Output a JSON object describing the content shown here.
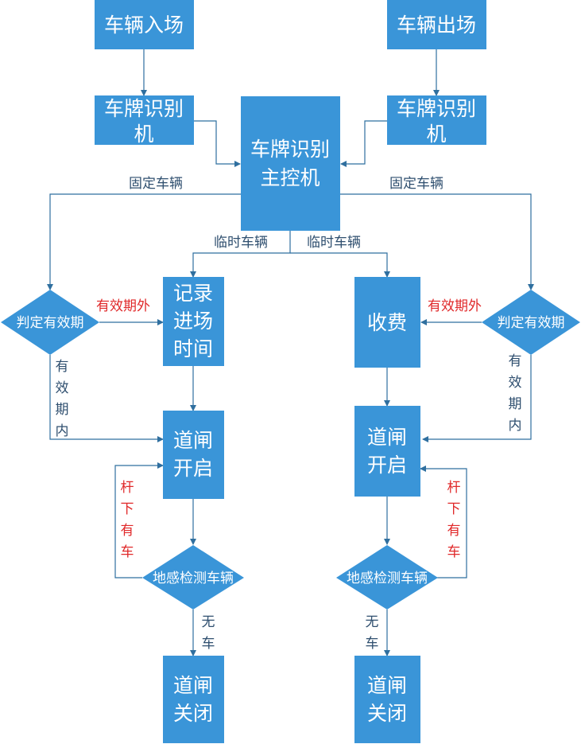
{
  "nodes": {
    "entry": "车辆入场",
    "exit": "车辆出场",
    "lpr_left": [
      "车牌识别",
      "机"
    ],
    "lpr_right": [
      "车牌识别",
      "机"
    ],
    "main_ctrl": [
      "车牌识别",
      "主控机"
    ],
    "record_time": [
      "记录",
      "进场",
      "时间"
    ],
    "fee": "收费",
    "judge_left": "判定有效期",
    "judge_right": "判定有效期",
    "gate_open_left": [
      "道闸",
      "开启"
    ],
    "gate_open_right": [
      "道闸",
      "开启"
    ],
    "sensor_left": "地感检测车辆",
    "sensor_right": "地感检测车辆",
    "gate_close_left": [
      "道闸",
      "关闭"
    ],
    "gate_close_right": [
      "道闸",
      "关闭"
    ]
  },
  "edge_labels": {
    "fixed_left": "固定车辆",
    "fixed_right": "固定车辆",
    "temp_left": "临时车辆",
    "temp_right": "临时车辆",
    "expired_left": "有效期外",
    "expired_right": "有效期外",
    "valid_left": [
      "有",
      "效",
      "期",
      "内"
    ],
    "valid_right": [
      "有",
      "效",
      "期",
      "内"
    ],
    "car_under_left": [
      "杆",
      "下",
      "有",
      "车"
    ],
    "car_under_right": [
      "杆",
      "下",
      "有",
      "车"
    ],
    "no_car_left": [
      "无",
      "车"
    ],
    "no_car_right": [
      "无",
      "车"
    ]
  },
  "colors": {
    "node_fill": "#3a95d8",
    "edge": "#2f6f9f",
    "label_blue": "#2f4f6f",
    "label_red": "#e0292a"
  }
}
